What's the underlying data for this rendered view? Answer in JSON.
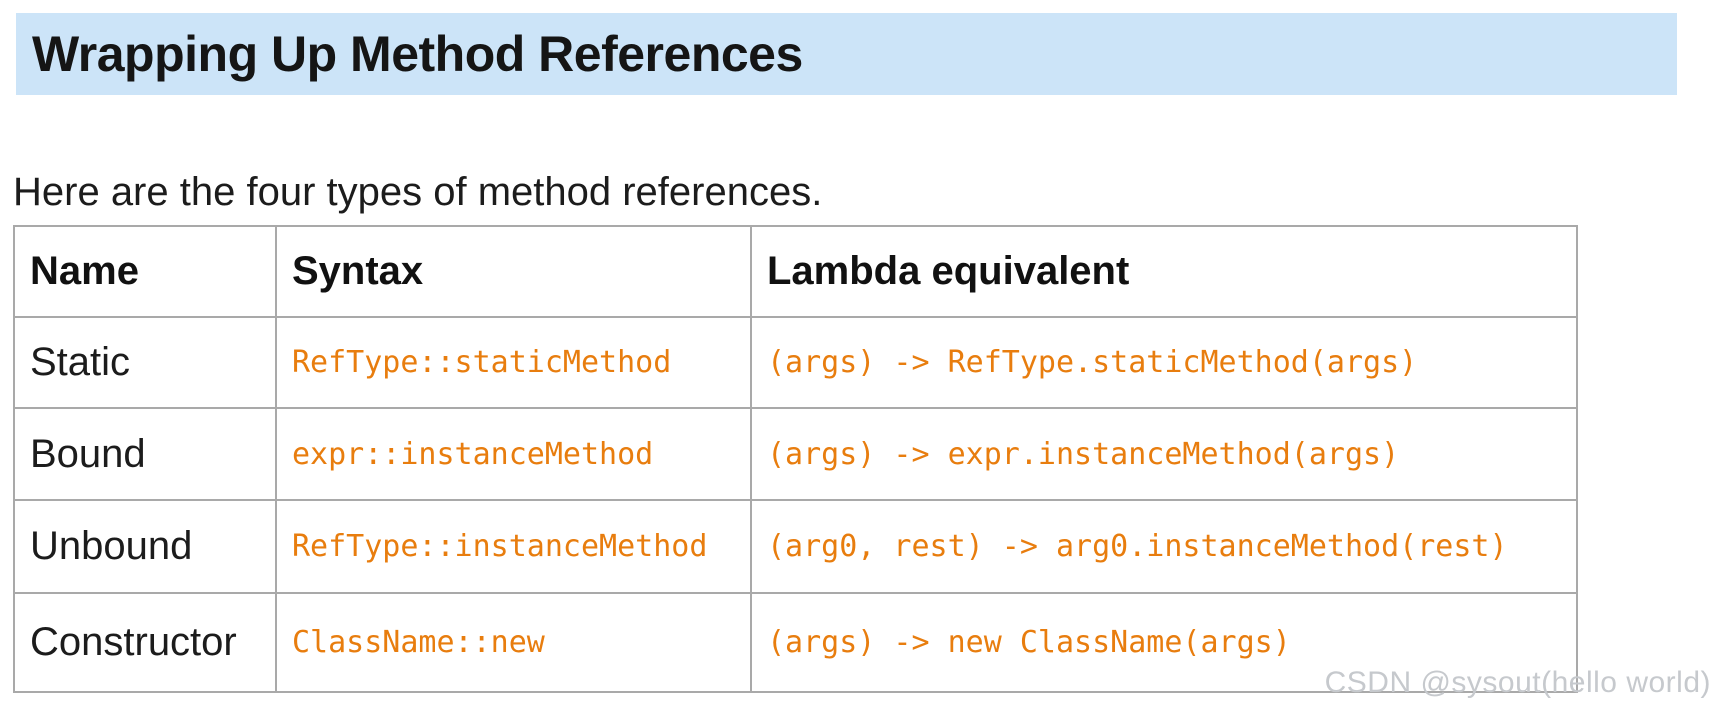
{
  "page": {
    "title": "Wrapping Up Method References",
    "intro": "Here are the four types of method references.",
    "watermark": "CSDN @sysout(hello world)"
  },
  "colors": {
    "title_highlight_bg": "#cce4f8",
    "code_orange": "#e87d0e",
    "table_border_gray": "#a9a9a9",
    "body_text": "#1c1c1c",
    "watermark_gray": "#c6c9cd"
  },
  "table": {
    "headers": [
      "Name",
      "Syntax",
      "Lambda equivalent"
    ],
    "rows": [
      {
        "name": "Static",
        "syntax": "RefType::staticMethod",
        "lambda": "(args) -> RefType.staticMethod(args)"
      },
      {
        "name": "Bound",
        "syntax": "expr::instanceMethod",
        "lambda": "(args) -> expr.instanceMethod(args)"
      },
      {
        "name": "Unbound",
        "syntax": "RefType::instanceMethod",
        "lambda": "(arg0, rest) -> arg0.instanceMethod(rest)"
      },
      {
        "name": "Constructor",
        "syntax": "ClassName::new",
        "lambda": "(args) -> new ClassName(args)"
      }
    ]
  }
}
